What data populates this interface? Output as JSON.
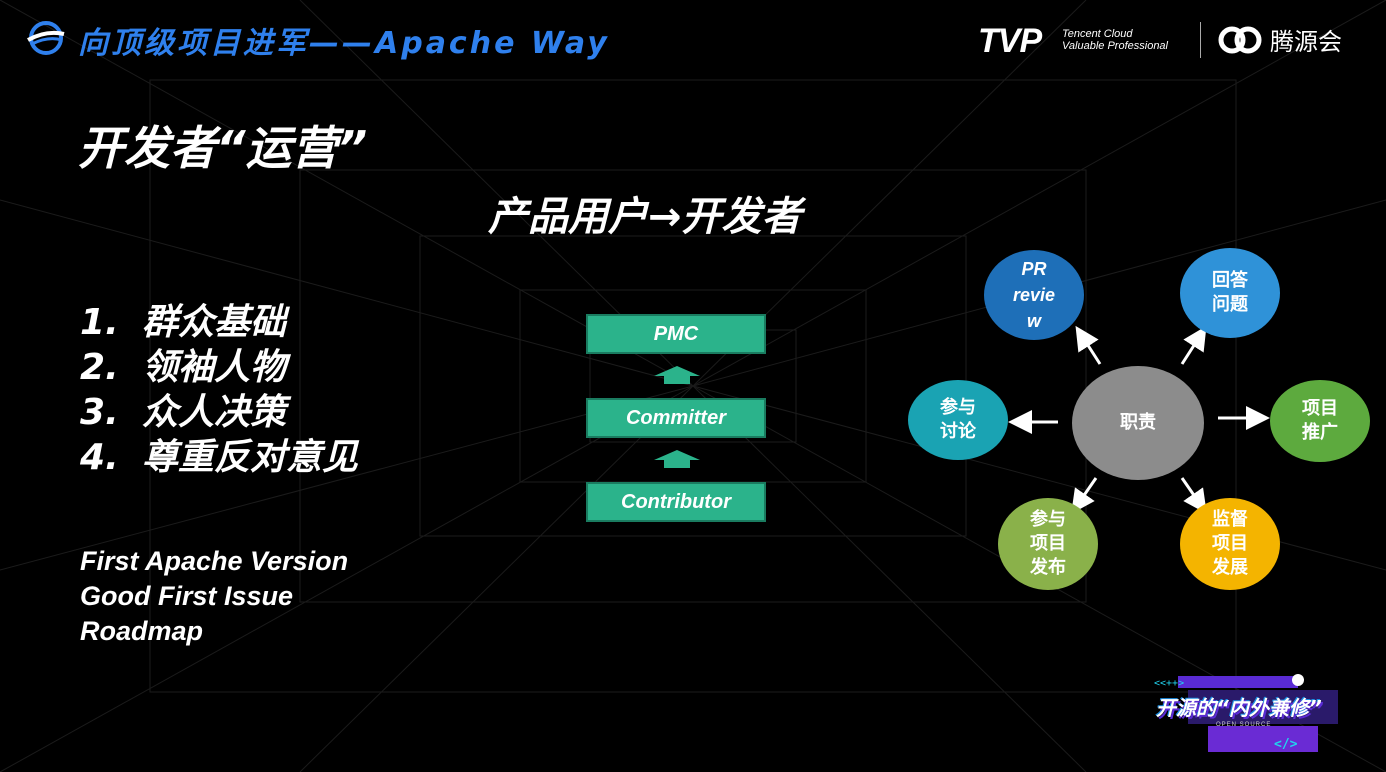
{
  "header": {
    "title": "向顶级项目进军——Apache Way",
    "tvp_logo": "TVP",
    "tvp_line1": "Tencent Cloud",
    "tvp_line2": "Valuable Professional",
    "partner_name": "腾源会"
  },
  "slide": {
    "section_title": "开发者“运营”",
    "subtitle": "产品用户→开发者",
    "principles": [
      {
        "num": "1.",
        "text": "群众基础"
      },
      {
        "num": "2.",
        "text": "领袖人物"
      },
      {
        "num": "3.",
        "text": "众人决策"
      },
      {
        "num": "4.",
        "text": "尊重反对意见"
      }
    ],
    "english_items": [
      "First Apache Version",
      "Good First Issue",
      "Roadmap"
    ]
  },
  "ladder": {
    "levels": [
      "PMC",
      "Committer",
      "Contributor"
    ],
    "color": "#2bb38b"
  },
  "mindmap": {
    "center": "职责",
    "pr_review": [
      "PR",
      "revie",
      "w"
    ],
    "answer": [
      "回答",
      "问题"
    ],
    "discuss": [
      "参与",
      "讨论"
    ],
    "promote": [
      "项目",
      "推广"
    ],
    "release": [
      "参与",
      "项目",
      "发布"
    ],
    "supervise": [
      "监督",
      "项目",
      "发展"
    ]
  },
  "event_badge": {
    "title": "开源的“内外兼修”",
    "subtitle": "OPEN SOURCE"
  }
}
